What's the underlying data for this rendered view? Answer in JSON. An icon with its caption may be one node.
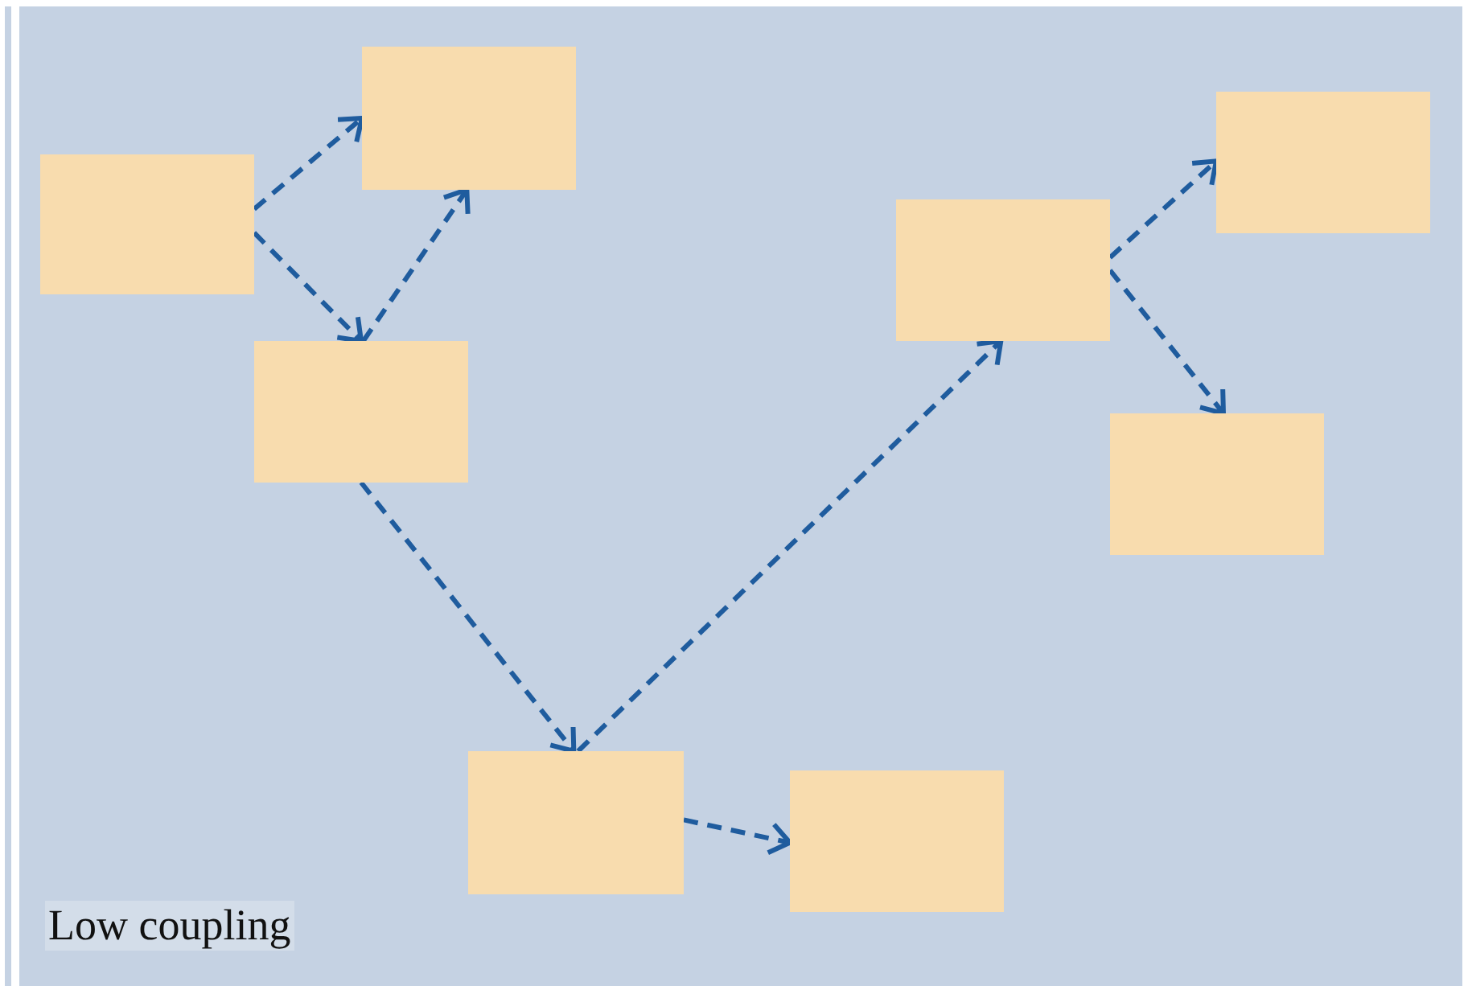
{
  "diagram": {
    "nodes": [
      {
        "text": [],
        "shape": "box"
      },
      {
        "text": [],
        "shape": "box"
      },
      {
        "text": [],
        "shape": "box"
      },
      {
        "text": [],
        "shape": "box"
      },
      {
        "text": [],
        "shape": "box"
      },
      {
        "text": [],
        "shape": "box"
      },
      {
        "text": [],
        "shape": "box"
      },
      {
        "text": [],
        "shape": "box"
      }
    ],
    "edges": [
      {
        "from": 0,
        "to": 2,
        "arrow": "to",
        "style": "dashed"
      },
      {
        "from": 0,
        "to": 1,
        "arrow": "to",
        "style": "dashed"
      },
      {
        "from": 1,
        "to": 2,
        "arrow": "to",
        "style": "dashed"
      },
      {
        "from": 1,
        "to": 3,
        "arrow": "to",
        "style": "dashed"
      },
      {
        "from": 3,
        "to": 5,
        "arrow": "to",
        "style": "dashed"
      },
      {
        "from": 3,
        "to": 4,
        "arrow": "to",
        "style": "dashed"
      },
      {
        "from": 5,
        "to": 7,
        "arrow": "to",
        "style": "dashed"
      },
      {
        "from": 5,
        "to": 6,
        "arrow": "to",
        "style": "dashed"
      }
    ],
    "labels": [
      "Low coupling"
    ]
  }
}
